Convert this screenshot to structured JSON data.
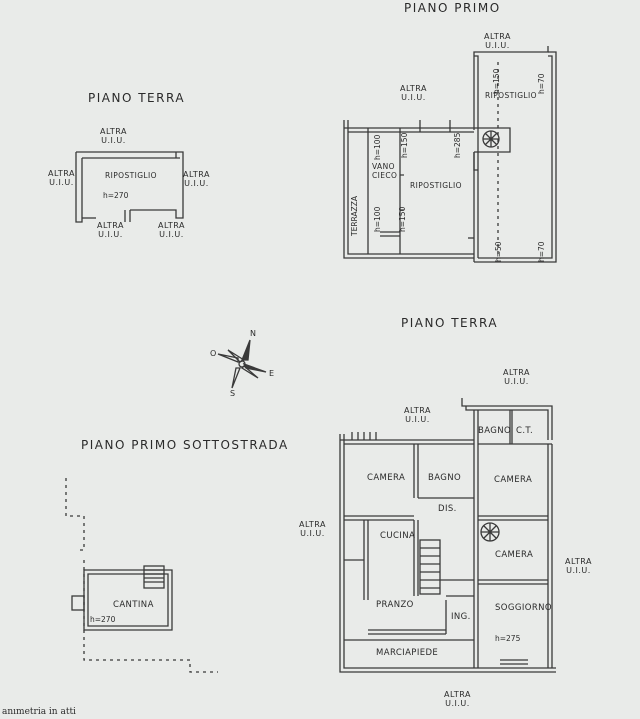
{
  "titles": {
    "piano_primo": "PIANO PRIMO",
    "piano_terra_small": "PIANO TERRA",
    "piano_terra_main": "PIANO TERRA",
    "piano_primo_sottostrada": "PIANO PRIMO SOTTOSTRADA"
  },
  "neighbor_line1": "ALTRA",
  "neighbor_line2": "U.I.U.",
  "rooms": {
    "ripostiglio": "RIPOSTIGLIO",
    "vano_line1": "VANO",
    "vano_line2": "CIECO",
    "terrazza": "TERRAZZA",
    "camera": "CAMERA",
    "bagno": "BAGNO",
    "ct": "C.T.",
    "dis": "DIS.",
    "cucina": "CUCINA",
    "pranzo": "PRANZO",
    "ing": "ING.",
    "soggiorno": "SOGGIORNO",
    "marciapiede": "MARCIAPIEDE",
    "cantina": "CANTINA"
  },
  "heights": {
    "h270": "h=270",
    "h275": "h=275",
    "h100": "h=100",
    "h150": "h=150",
    "h285": "h=285",
    "h70": "h=70",
    "h50": "h=50"
  },
  "compass": {
    "n": "N",
    "e": "E",
    "s": "S",
    "o": "O"
  },
  "footer": "anımetria in atti"
}
